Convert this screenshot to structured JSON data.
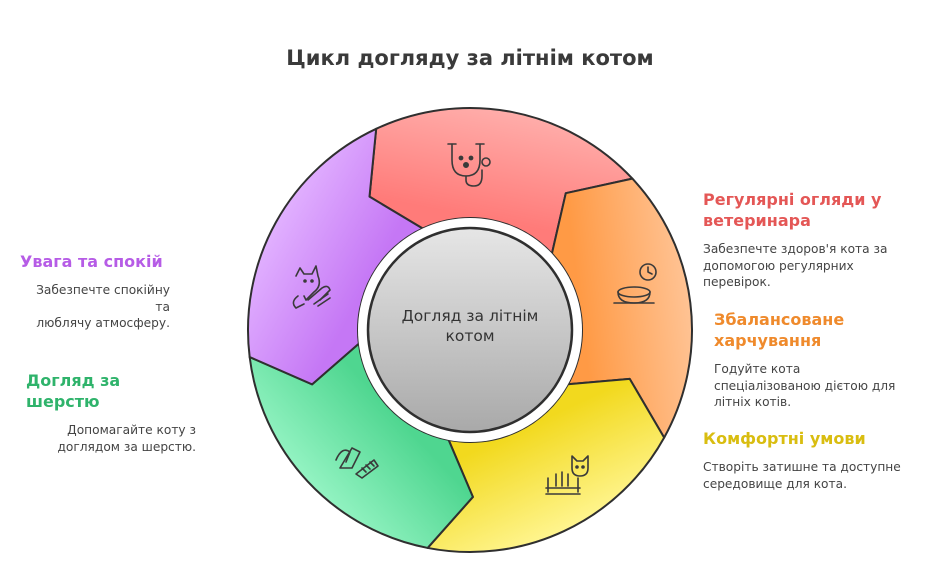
{
  "title": "Цикл догляду за літнім котом",
  "center": {
    "line1": "Догляд за літнім",
    "line2": "котом"
  },
  "segments": [
    {
      "key": "vet",
      "icon": "stethoscope-icon",
      "colors": [
        "#ff7b79",
        "#ffadaa"
      ]
    },
    {
      "key": "food",
      "icon": "food-bowl-clock-icon",
      "colors": [
        "#ff9a45",
        "#ffc394"
      ]
    },
    {
      "key": "comfort",
      "icon": "cat-bed-icon",
      "colors": [
        "#f2d91e",
        "#fff58f"
      ]
    },
    {
      "key": "coat",
      "icon": "grooming-brush-icon",
      "colors": [
        "#4fd690",
        "#93f3c2"
      ]
    },
    {
      "key": "care",
      "icon": "hand-cat-icon",
      "colors": [
        "#c577f5",
        "#e1b0ff"
      ]
    }
  ],
  "labels": {
    "vet": {
      "head1": "Регулярні огляди у",
      "head2": "ветеринара",
      "desc1": "Забезпечте здоров'я кота за",
      "desc2": "допомогою регулярних",
      "desc3": "перевірок.",
      "color": "#e45756"
    },
    "food": {
      "head1": "Збалансоване",
      "head2": "харчування",
      "desc1": "Годуйте кота",
      "desc2": "спеціалізованою дієтою для",
      "desc3": "літніх котів.",
      "color": "#ef8a2c"
    },
    "comfort": {
      "head1": "Комфортні умови",
      "desc1": "Створіть затишне та доступне",
      "desc2": "середовище для кота.",
      "color": "#d9bd10"
    },
    "care": {
      "head1": "Увага та спокій",
      "desc1": "Забезпечте спокійну та",
      "desc2": "люблячу атмосферу.",
      "color": "#b65ce6"
    },
    "coat": {
      "head1": "Догляд за шерстю",
      "desc1": "Допомагайте коту з",
      "desc2": "доглядом за шерстю.",
      "color": "#2fb36b"
    }
  }
}
